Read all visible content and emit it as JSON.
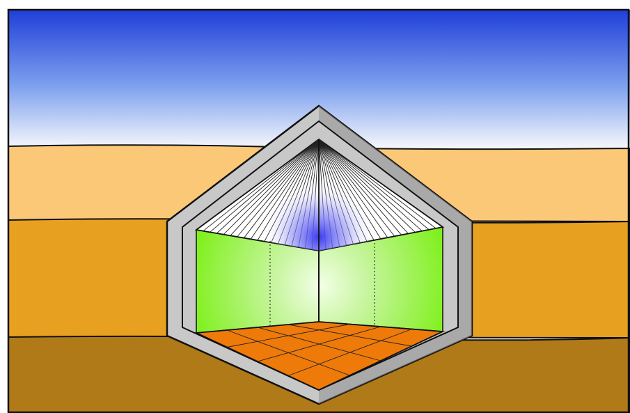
{
  "scene": {
    "subject": "underground-dwelling-cross-section",
    "colors": {
      "sky_top": "#1f3fd8",
      "sky_bottom": "#f4f6fb",
      "soil_light": "#fbc878",
      "soil_mid": "#e8a020",
      "soil_dark": "#b07a18",
      "shell_outer": "#c8c8c8",
      "shell_shadow": "#8f8f8f",
      "wall_green": "#7ef01a",
      "wall_glow": "#f2ffe6",
      "ceiling_glow": "#3a3af0",
      "floor_orange": "#ee7a0a",
      "outline": "#111111"
    },
    "layers": [
      "sky",
      "light-soil",
      "mid-soil",
      "dark-soil"
    ],
    "structure": {
      "shape": "hexagonal-prism",
      "parts": [
        "concrete-shell",
        "ribbed-dome-ceiling",
        "left-green-wall",
        "right-green-wall",
        "tiled-orange-floor",
        "corner-post",
        "skylight-glow"
      ]
    }
  }
}
